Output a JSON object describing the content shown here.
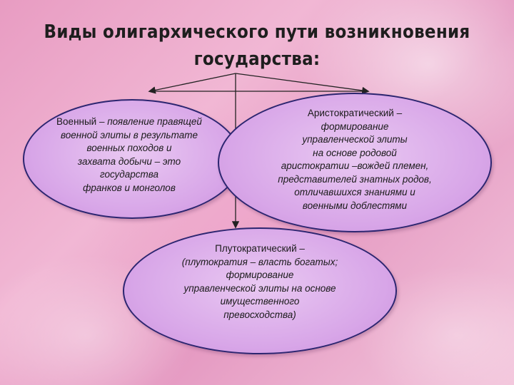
{
  "title": {
    "line1": "Виды олигархического пути возникновения",
    "line2": "государства:"
  },
  "left": {
    "heading": "Военный",
    "lines": [
      " – появление правящей",
      "военной элиты в результате",
      "военных походов и",
      "захвата добычи – это",
      "государства",
      "франков и монголов"
    ]
  },
  "right": {
    "heading": "Аристократический –",
    "lines": [
      "формирование",
      "управленческой элиты",
      "на основе родовой",
      "аристократии –вождей племен,",
      "представителей знатных родов,",
      "отличавшихся знаниями и",
      "военными доблестями"
    ]
  },
  "bottom": {
    "heading": "Плутократический –",
    "lines": [
      "(плутократия – власть богатых;",
      "формирование",
      "управленческой элиты на основе",
      "имущественного",
      "превосходства)"
    ]
  }
}
